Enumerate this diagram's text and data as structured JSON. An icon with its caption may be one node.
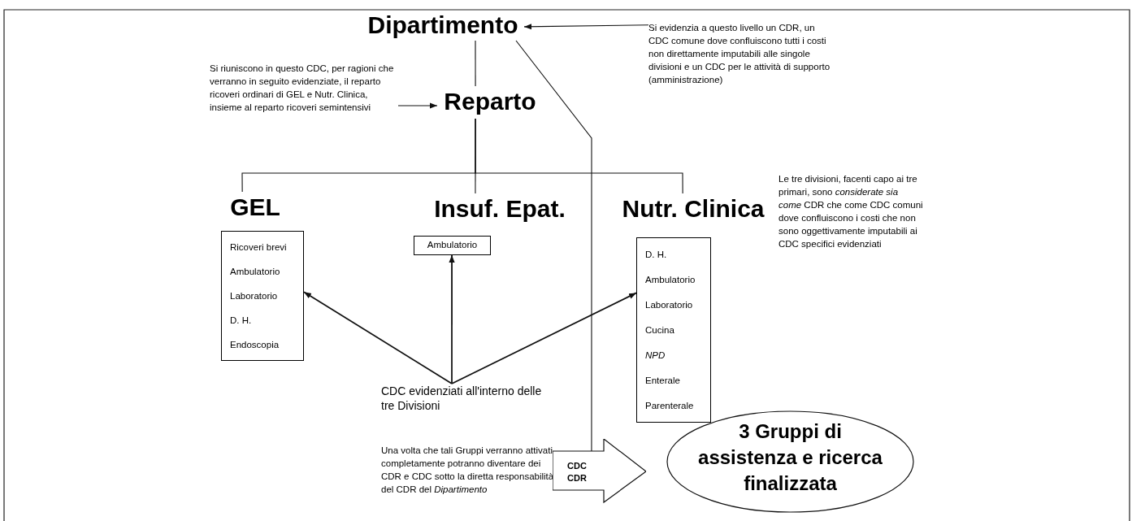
{
  "diagram": {
    "nodes": [
      {
        "text": [
          "Dipartimento"
        ]
      },
      {
        "text": [
          "Si evidenzia a questo livello un CDR, un CDC comune dove confluiscono tutti i costi non direttamente imputabili alle singole divisioni e un CDC per le attività di supporto (amministrazione)"
        ]
      },
      {
        "text": [
          "Reparto"
        ]
      },
      {
        "text": [
          "Si riuniscono in questo CDC, per ragioni che verranno in seguito evidenziate, il reparto ricoveri ordinari di GEL e Nutr. Clinica, insieme al reparto ricoveri semintensivi"
        ]
      },
      {
        "text": [
          "GEL"
        ]
      },
      {
        "text": [
          "Ricoveri brevi",
          "Ambulatorio",
          "Laboratorio",
          "D. H.",
          "Endoscopia"
        ]
      },
      {
        "text": [
          "Insuf. Epat."
        ]
      },
      {
        "text": [
          "Ambulatorio"
        ]
      },
      {
        "text": [
          "Nutr. Clinica"
        ]
      },
      {
        "text": [
          "D. H.",
          "Ambulatorio",
          "Laboratorio",
          "Cucina",
          "*NPD*",
          "Enterale",
          "Parenterale"
        ]
      },
      {
        "text": [
          "Le tre divisioni, facenti capo ai tre primari, sono *considerate sia come* CDR che come CDC comuni dove confluiscono i costi che non sono oggettivamente imputabili ai CDC specifici evidenziati"
        ]
      },
      {
        "text": [
          "CDC evidenziati all'interno delle tre Divisioni"
        ]
      },
      {
        "text": [
          "Una volta che tali Gruppi verranno attivati completamente potranno diventare dei CDR e CDC sotto la diretta responsabilità del CDR del *Dipartimento*"
        ]
      },
      {
        "text": [
          "CDC CDR"
        ]
      },
      {
        "text": [
          "3 Gruppi di assistenza e ricerca finalizzata"
        ]
      }
    ],
    "edges": [
      {
        "from": 1,
        "to": 0,
        "arrow": "to"
      },
      {
        "from": 3,
        "to": 2,
        "arrow": "to"
      },
      {
        "from": 0,
        "to": 2,
        "arrow": "none"
      },
      {
        "from": 2,
        "to": 4,
        "arrow": "none"
      },
      {
        "from": 2,
        "to": 6,
        "arrow": "none"
      },
      {
        "from": 2,
        "to": 8,
        "arrow": "none"
      },
      {
        "from": 0,
        "to": 13,
        "arrow": "none"
      },
      {
        "from": 11,
        "to": 5,
        "arrow": "to"
      },
      {
        "from": 11,
        "to": 7,
        "arrow": "to"
      },
      {
        "from": 11,
        "to": 9,
        "arrow": "to"
      }
    ]
  }
}
